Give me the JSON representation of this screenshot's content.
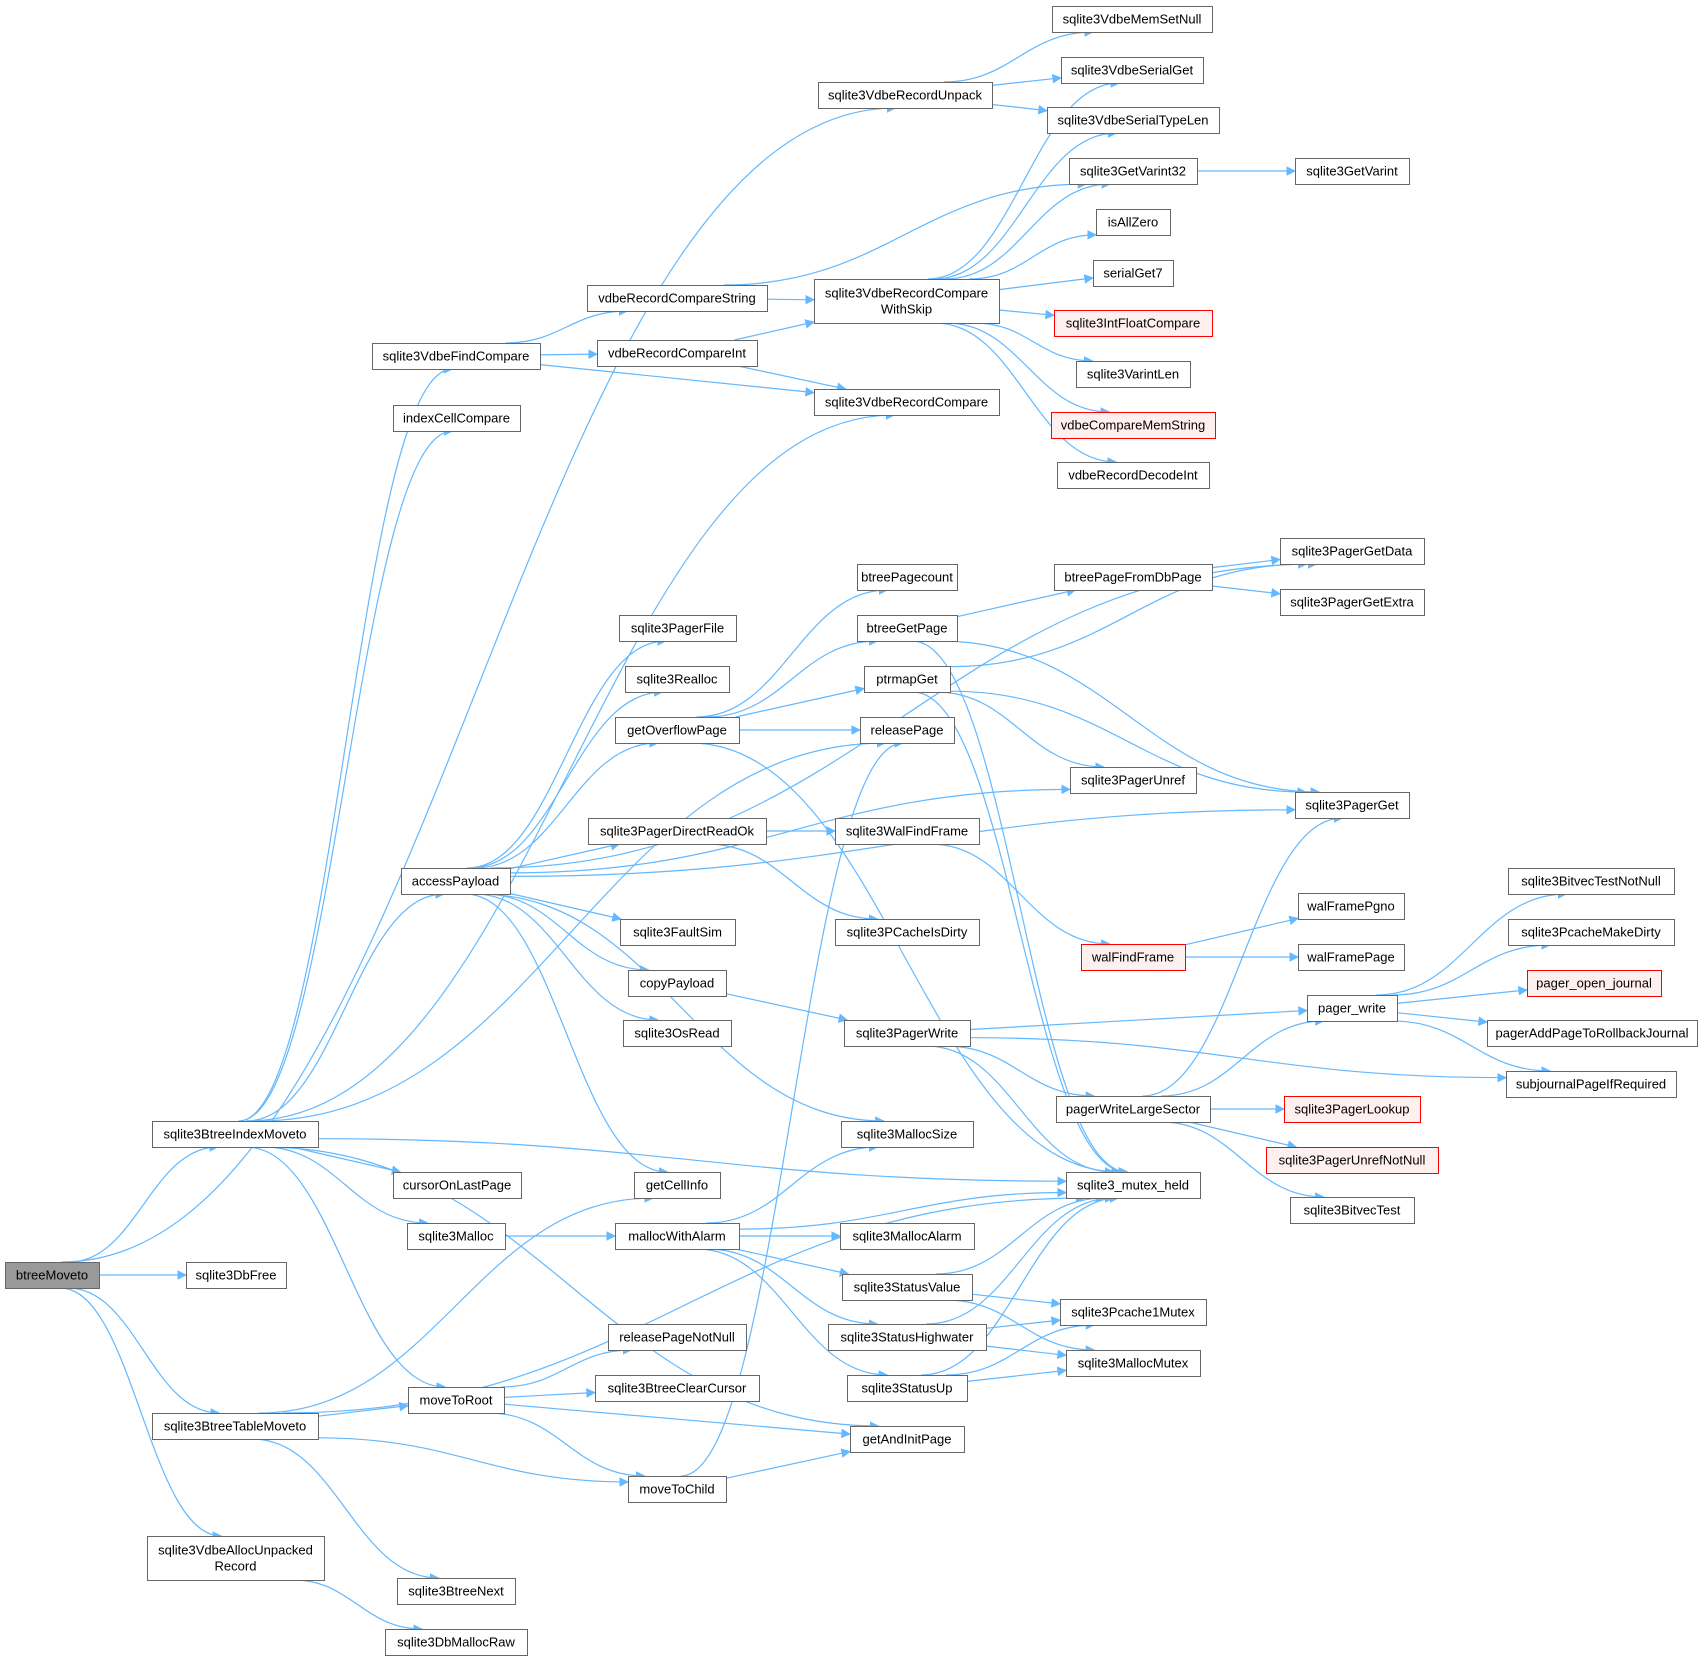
{
  "diagram": {
    "type": "call-graph",
    "colors": {
      "edge": "#63b8ff",
      "node_border": "#666666",
      "root_fill": "#999999",
      "truncated_border": "#ff0000",
      "truncated_fill": "#fff0f0"
    },
    "nodes": [
      {
        "id": "btreeMoveto",
        "lines": [
          "btreeMoveto"
        ],
        "style": "root"
      },
      {
        "id": "sqlite3BtreeIndexMoveto",
        "lines": [
          "sqlite3BtreeIndexMoveto"
        ]
      },
      {
        "id": "sqlite3DbFree",
        "lines": [
          "sqlite3DbFree"
        ]
      },
      {
        "id": "sqlite3BtreeTableMoveto",
        "lines": [
          "sqlite3BtreeTableMoveto"
        ]
      },
      {
        "id": "sqlite3VdbeAllocUnpackedRecord",
        "lines": [
          "sqlite3VdbeAllocUnpacked",
          "Record"
        ]
      },
      {
        "id": "sqlite3VdbeRecordUnpack",
        "lines": [
          "sqlite3VdbeRecordUnpack"
        ]
      },
      {
        "id": "sqlite3VdbeFindCompare",
        "lines": [
          "sqlite3VdbeFindCompare"
        ]
      },
      {
        "id": "indexCellCompare",
        "lines": [
          "indexCellCompare"
        ]
      },
      {
        "id": "accessPayload",
        "lines": [
          "accessPayload"
        ]
      },
      {
        "id": "cursorOnLastPage",
        "lines": [
          "cursorOnLastPage"
        ]
      },
      {
        "id": "sqlite3Malloc",
        "lines": [
          "sqlite3Malloc"
        ]
      },
      {
        "id": "moveToRoot",
        "lines": [
          "moveToRoot"
        ]
      },
      {
        "id": "sqlite3BtreeNext",
        "lines": [
          "sqlite3BtreeNext"
        ]
      },
      {
        "id": "sqlite3DbMallocRaw",
        "lines": [
          "sqlite3DbMallocRaw"
        ]
      },
      {
        "id": "vdbeRecordCompareString",
        "lines": [
          "vdbeRecordCompareString"
        ]
      },
      {
        "id": "vdbeRecordCompareInt",
        "lines": [
          "vdbeRecordCompareInt"
        ]
      },
      {
        "id": "sqlite3PagerFile",
        "lines": [
          "sqlite3PagerFile"
        ]
      },
      {
        "id": "sqlite3Realloc",
        "lines": [
          "sqlite3Realloc"
        ]
      },
      {
        "id": "getOverflowPage",
        "lines": [
          "getOverflowPage"
        ]
      },
      {
        "id": "sqlite3PagerDirectReadOk",
        "lines": [
          "sqlite3PagerDirectReadOk"
        ]
      },
      {
        "id": "sqlite3FaultSim",
        "lines": [
          "sqlite3FaultSim"
        ]
      },
      {
        "id": "copyPayload",
        "lines": [
          "copyPayload"
        ]
      },
      {
        "id": "sqlite3OsRead",
        "lines": [
          "sqlite3OsRead"
        ]
      },
      {
        "id": "getCellInfo",
        "lines": [
          "getCellInfo"
        ]
      },
      {
        "id": "mallocWithAlarm",
        "lines": [
          "mallocWithAlarm"
        ]
      },
      {
        "id": "releasePageNotNull",
        "lines": [
          "releasePageNotNull"
        ]
      },
      {
        "id": "sqlite3BtreeClearCursor",
        "lines": [
          "sqlite3BtreeClearCursor"
        ]
      },
      {
        "id": "moveToChild",
        "lines": [
          "moveToChild"
        ]
      },
      {
        "id": "sqlite3VdbeRecordCompareWithSkip",
        "lines": [
          "sqlite3VdbeRecordCompare",
          "WithSkip"
        ]
      },
      {
        "id": "sqlite3VdbeRecordCompare",
        "lines": [
          "sqlite3VdbeRecordCompare"
        ]
      },
      {
        "id": "btreePagecount",
        "lines": [
          "btreePagecount"
        ]
      },
      {
        "id": "btreeGetPage",
        "lines": [
          "btreeGetPage"
        ]
      },
      {
        "id": "ptrmapGet",
        "lines": [
          "ptrmapGet"
        ]
      },
      {
        "id": "releasePage",
        "lines": [
          "releasePage"
        ]
      },
      {
        "id": "sqlite3WalFindFrame",
        "lines": [
          "sqlite3WalFindFrame"
        ]
      },
      {
        "id": "sqlite3PCacheIsDirty",
        "lines": [
          "sqlite3PCacheIsDirty"
        ]
      },
      {
        "id": "sqlite3PagerWrite",
        "lines": [
          "sqlite3PagerWrite"
        ]
      },
      {
        "id": "sqlite3MallocSize",
        "lines": [
          "sqlite3MallocSize"
        ]
      },
      {
        "id": "sqlite3MallocAlarm",
        "lines": [
          "sqlite3MallocAlarm"
        ]
      },
      {
        "id": "sqlite3StatusValue",
        "lines": [
          "sqlite3StatusValue"
        ]
      },
      {
        "id": "sqlite3StatusHighwater",
        "lines": [
          "sqlite3StatusHighwater"
        ]
      },
      {
        "id": "sqlite3StatusUp",
        "lines": [
          "sqlite3StatusUp"
        ]
      },
      {
        "id": "getAndInitPage",
        "lines": [
          "getAndInitPage"
        ]
      },
      {
        "id": "sqlite3VdbeMemSetNull",
        "lines": [
          "sqlite3VdbeMemSetNull"
        ]
      },
      {
        "id": "sqlite3VdbeSerialGet",
        "lines": [
          "sqlite3VdbeSerialGet"
        ]
      },
      {
        "id": "sqlite3VdbeSerialTypeLen",
        "lines": [
          "sqlite3VdbeSerialTypeLen"
        ]
      },
      {
        "id": "sqlite3GetVarint32",
        "lines": [
          "sqlite3GetVarint32"
        ]
      },
      {
        "id": "isAllZero",
        "lines": [
          "isAllZero"
        ]
      },
      {
        "id": "serialGet7",
        "lines": [
          "serialGet7"
        ]
      },
      {
        "id": "sqlite3IntFloatCompare",
        "lines": [
          "sqlite3IntFloatCompare"
        ],
        "style": "truncated"
      },
      {
        "id": "sqlite3VarintLen",
        "lines": [
          "sqlite3VarintLen"
        ]
      },
      {
        "id": "vdbeCompareMemString",
        "lines": [
          "vdbeCompareMemString"
        ],
        "style": "truncated"
      },
      {
        "id": "vdbeRecordDecodeInt",
        "lines": [
          "vdbeRecordDecodeInt"
        ]
      },
      {
        "id": "btreePageFromDbPage",
        "lines": [
          "btreePageFromDbPage"
        ]
      },
      {
        "id": "sqlite3PagerUnref",
        "lines": [
          "sqlite3PagerUnref"
        ]
      },
      {
        "id": "walFindFrame",
        "lines": [
          "walFindFrame"
        ],
        "style": "truncated"
      },
      {
        "id": "pagerWriteLargeSector",
        "lines": [
          "pagerWriteLargeSector"
        ]
      },
      {
        "id": "sqlite3_mutex_held",
        "lines": [
          "sqlite3_mutex_held"
        ]
      },
      {
        "id": "sqlite3Pcache1Mutex",
        "lines": [
          "sqlite3Pcache1Mutex"
        ]
      },
      {
        "id": "sqlite3MallocMutex",
        "lines": [
          "sqlite3MallocMutex"
        ]
      },
      {
        "id": "sqlite3GetVarint",
        "lines": [
          "sqlite3GetVarint"
        ]
      },
      {
        "id": "sqlite3PagerGetData",
        "lines": [
          "sqlite3PagerGetData"
        ]
      },
      {
        "id": "sqlite3PagerGetExtra",
        "lines": [
          "sqlite3PagerGetExtra"
        ]
      },
      {
        "id": "sqlite3PagerGet",
        "lines": [
          "sqlite3PagerGet"
        ]
      },
      {
        "id": "walFramePgno",
        "lines": [
          "walFramePgno"
        ]
      },
      {
        "id": "walFramePage",
        "lines": [
          "walFramePage"
        ]
      },
      {
        "id": "pager_write",
        "lines": [
          "pager_write"
        ]
      },
      {
        "id": "subjournalPageIfRequired",
        "lines": [
          "subjournalPageIfRequired"
        ]
      },
      {
        "id": "sqlite3PagerLookup",
        "lines": [
          "sqlite3PagerLookup"
        ],
        "style": "truncated"
      },
      {
        "id": "sqlite3PagerUnrefNotNull",
        "lines": [
          "sqlite3PagerUnrefNotNull"
        ],
        "style": "truncated"
      },
      {
        "id": "sqlite3BitvecTest",
        "lines": [
          "sqlite3BitvecTest"
        ]
      },
      {
        "id": "sqlite3BitvecTestNotNull",
        "lines": [
          "sqlite3BitvecTestNotNull"
        ]
      },
      {
        "id": "sqlite3PcacheMakeDirty",
        "lines": [
          "sqlite3PcacheMakeDirty"
        ]
      },
      {
        "id": "pager_open_journal",
        "lines": [
          "pager_open_journal"
        ],
        "style": "truncated"
      },
      {
        "id": "pagerAddPageToRollbackJournal",
        "lines": [
          "pagerAddPageToRollbackJournal"
        ]
      }
    ],
    "edges": [
      [
        "btreeMoveto",
        "sqlite3VdbeRecordUnpack"
      ],
      [
        "btreeMoveto",
        "sqlite3BtreeIndexMoveto"
      ],
      [
        "btreeMoveto",
        "sqlite3DbFree"
      ],
      [
        "btreeMoveto",
        "sqlite3BtreeTableMoveto"
      ],
      [
        "btreeMoveto",
        "sqlite3VdbeAllocUnpackedRecord"
      ],
      [
        "sqlite3BtreeIndexMoveto",
        "sqlite3VdbeFindCompare"
      ],
      [
        "sqlite3BtreeIndexMoveto",
        "indexCellCompare"
      ],
      [
        "sqlite3BtreeIndexMoveto",
        "sqlite3VdbeRecordCompare"
      ],
      [
        "sqlite3BtreeIndexMoveto",
        "releasePage"
      ],
      [
        "sqlite3BtreeIndexMoveto",
        "accessPayload"
      ],
      [
        "sqlite3BtreeIndexMoveto",
        "sqlite3_mutex_held"
      ],
      [
        "sqlite3BtreeIndexMoveto",
        "cursorOnLastPage"
      ],
      [
        "sqlite3BtreeIndexMoveto",
        "sqlite3Malloc"
      ],
      [
        "sqlite3BtreeIndexMoveto",
        "getAndInitPage"
      ],
      [
        "sqlite3BtreeIndexMoveto",
        "moveToRoot"
      ],
      [
        "sqlite3BtreeTableMoveto",
        "getCellInfo"
      ],
      [
        "sqlite3BtreeTableMoveto",
        "moveToRoot"
      ],
      [
        "sqlite3BtreeTableMoveto",
        "moveToChild"
      ],
      [
        "sqlite3BtreeTableMoveto",
        "sqlite3BtreeNext"
      ],
      [
        "sqlite3BtreeTableMoveto",
        "sqlite3_mutex_held"
      ],
      [
        "sqlite3VdbeAllocUnpackedRecord",
        "sqlite3DbMallocRaw"
      ],
      [
        "sqlite3VdbeRecordUnpack",
        "sqlite3VdbeMemSetNull"
      ],
      [
        "sqlite3VdbeRecordUnpack",
        "sqlite3VdbeSerialGet"
      ],
      [
        "sqlite3VdbeRecordUnpack",
        "sqlite3VdbeSerialTypeLen"
      ],
      [
        "sqlite3VdbeFindCompare",
        "vdbeRecordCompareString"
      ],
      [
        "sqlite3VdbeFindCompare",
        "vdbeRecordCompareInt"
      ],
      [
        "sqlite3VdbeFindCompare",
        "sqlite3VdbeRecordCompare"
      ],
      [
        "vdbeRecordCompareString",
        "sqlite3VdbeRecordCompareWithSkip"
      ],
      [
        "vdbeRecordCompareString",
        "sqlite3GetVarint32"
      ],
      [
        "vdbeRecordCompareInt",
        "sqlite3VdbeRecordCompareWithSkip"
      ],
      [
        "vdbeRecordCompareInt",
        "sqlite3VdbeRecordCompare"
      ],
      [
        "sqlite3VdbeRecordCompareWithSkip",
        "sqlite3VdbeSerialGet"
      ],
      [
        "sqlite3VdbeRecordCompareWithSkip",
        "sqlite3VdbeSerialTypeLen"
      ],
      [
        "sqlite3VdbeRecordCompareWithSkip",
        "sqlite3GetVarint32"
      ],
      [
        "sqlite3VdbeRecordCompareWithSkip",
        "isAllZero"
      ],
      [
        "sqlite3VdbeRecordCompareWithSkip",
        "serialGet7"
      ],
      [
        "sqlite3VdbeRecordCompareWithSkip",
        "sqlite3IntFloatCompare"
      ],
      [
        "sqlite3VdbeRecordCompareWithSkip",
        "sqlite3VarintLen"
      ],
      [
        "sqlite3VdbeRecordCompareWithSkip",
        "vdbeCompareMemString"
      ],
      [
        "sqlite3VdbeRecordCompareWithSkip",
        "vdbeRecordDecodeInt"
      ],
      [
        "sqlite3GetVarint32",
        "sqlite3GetVarint"
      ],
      [
        "accessPayload",
        "sqlite3PagerGetData"
      ],
      [
        "accessPayload",
        "sqlite3PagerFile"
      ],
      [
        "accessPayload",
        "sqlite3Realloc"
      ],
      [
        "accessPayload",
        "getOverflowPage"
      ],
      [
        "accessPayload",
        "sqlite3PagerUnref"
      ],
      [
        "accessPayload",
        "sqlite3PagerDirectReadOk"
      ],
      [
        "accessPayload",
        "sqlite3FaultSim"
      ],
      [
        "accessPayload",
        "copyPayload"
      ],
      [
        "accessPayload",
        "sqlite3OsRead"
      ],
      [
        "accessPayload",
        "getCellInfo"
      ],
      [
        "accessPayload",
        "sqlite3MallocSize"
      ],
      [
        "accessPayload",
        "sqlite3PagerGet"
      ],
      [
        "getOverflowPage",
        "btreePagecount"
      ],
      [
        "getOverflowPage",
        "btreeGetPage"
      ],
      [
        "getOverflowPage",
        "ptrmapGet"
      ],
      [
        "getOverflowPage",
        "releasePage"
      ],
      [
        "getOverflowPage",
        "sqlite3_mutex_held"
      ],
      [
        "btreeGetPage",
        "btreePageFromDbPage"
      ],
      [
        "btreeGetPage",
        "sqlite3PagerGet"
      ],
      [
        "btreeGetPage",
        "sqlite3_mutex_held"
      ],
      [
        "btreePageFromDbPage",
        "sqlite3PagerGetData"
      ],
      [
        "btreePageFromDbPage",
        "sqlite3PagerGetExtra"
      ],
      [
        "ptrmapGet",
        "sqlite3PagerGetData"
      ],
      [
        "ptrmapGet",
        "sqlite3PagerUnref"
      ],
      [
        "ptrmapGet",
        "sqlite3PagerGet"
      ],
      [
        "ptrmapGet",
        "sqlite3_mutex_held"
      ],
      [
        "sqlite3PagerDirectReadOk",
        "sqlite3WalFindFrame"
      ],
      [
        "sqlite3PagerDirectReadOk",
        "sqlite3PCacheIsDirty"
      ],
      [
        "sqlite3WalFindFrame",
        "walFindFrame"
      ],
      [
        "walFindFrame",
        "walFramePgno"
      ],
      [
        "walFindFrame",
        "walFramePage"
      ],
      [
        "copyPayload",
        "sqlite3PagerWrite"
      ],
      [
        "sqlite3PagerWrite",
        "pager_write"
      ],
      [
        "sqlite3PagerWrite",
        "subjournalPageIfRequired"
      ],
      [
        "sqlite3PagerWrite",
        "pagerWriteLargeSector"
      ],
      [
        "sqlite3PagerWrite",
        "sqlite3_mutex_held"
      ],
      [
        "pagerWriteLargeSector",
        "sqlite3PagerGet"
      ],
      [
        "pagerWriteLargeSector",
        "pager_write"
      ],
      [
        "pagerWriteLargeSector",
        "sqlite3PagerLookup"
      ],
      [
        "pagerWriteLargeSector",
        "sqlite3PagerUnrefNotNull"
      ],
      [
        "pagerWriteLargeSector",
        "sqlite3BitvecTest"
      ],
      [
        "pager_write",
        "sqlite3BitvecTestNotNull"
      ],
      [
        "pager_write",
        "sqlite3PcacheMakeDirty"
      ],
      [
        "pager_write",
        "pager_open_journal"
      ],
      [
        "pager_write",
        "pagerAddPageToRollbackJournal"
      ],
      [
        "pager_write",
        "subjournalPageIfRequired"
      ],
      [
        "sqlite3Malloc",
        "mallocWithAlarm"
      ],
      [
        "mallocWithAlarm",
        "sqlite3MallocSize"
      ],
      [
        "mallocWithAlarm",
        "sqlite3_mutex_held"
      ],
      [
        "mallocWithAlarm",
        "sqlite3MallocAlarm"
      ],
      [
        "mallocWithAlarm",
        "sqlite3StatusValue"
      ],
      [
        "mallocWithAlarm",
        "sqlite3StatusHighwater"
      ],
      [
        "mallocWithAlarm",
        "sqlite3StatusUp"
      ],
      [
        "sqlite3StatusValue",
        "sqlite3_mutex_held"
      ],
      [
        "sqlite3StatusValue",
        "sqlite3Pcache1Mutex"
      ],
      [
        "sqlite3StatusValue",
        "sqlite3MallocMutex"
      ],
      [
        "sqlite3StatusHighwater",
        "sqlite3_mutex_held"
      ],
      [
        "sqlite3StatusHighwater",
        "sqlite3Pcache1Mutex"
      ],
      [
        "sqlite3StatusHighwater",
        "sqlite3MallocMutex"
      ],
      [
        "sqlite3StatusUp",
        "sqlite3_mutex_held"
      ],
      [
        "sqlite3StatusUp",
        "sqlite3Pcache1Mutex"
      ],
      [
        "sqlite3StatusUp",
        "sqlite3MallocMutex"
      ],
      [
        "moveToRoot",
        "releasePageNotNull"
      ],
      [
        "moveToRoot",
        "sqlite3BtreeClearCursor"
      ],
      [
        "moveToRoot",
        "getAndInitPage"
      ],
      [
        "moveToRoot",
        "moveToChild"
      ],
      [
        "moveToChild",
        "getAndInitPage"
      ],
      [
        "moveToChild",
        "releasePage"
      ]
    ]
  }
}
